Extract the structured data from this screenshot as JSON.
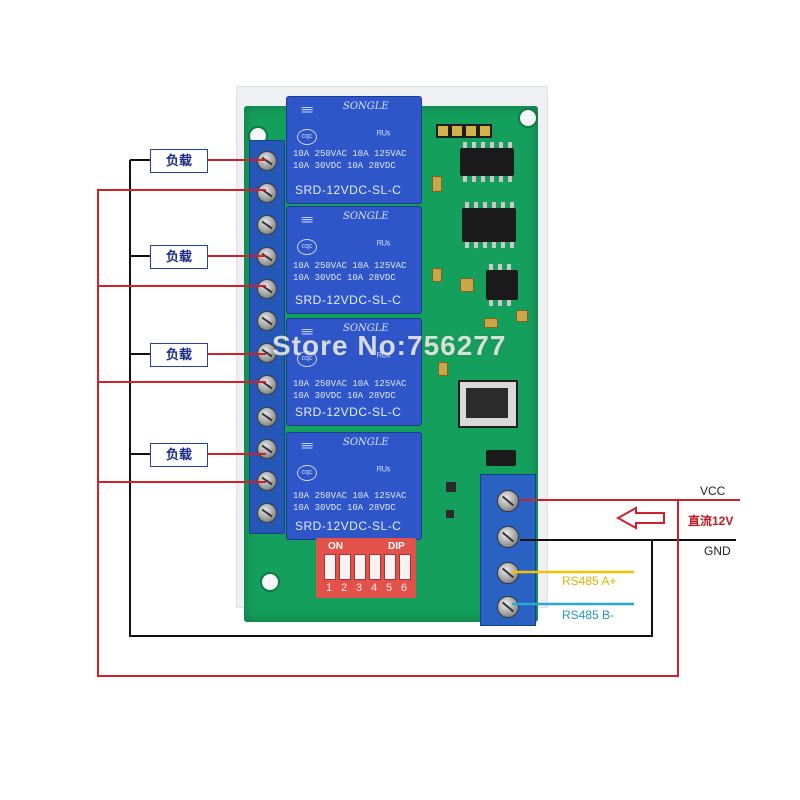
{
  "load_label": "负载",
  "relays": [
    {
      "brand": "SONGLE",
      "logo": "≡≡",
      "cert": "cqc",
      "ul": "ᴿᵁˢ",
      "spec_line1": "10A 250VAC  10A 125VAC",
      "spec_line2": "10A  30VDC  10A  28VDC",
      "model": "SRD-12VDC-SL-C"
    },
    {
      "brand": "SONGLE",
      "logo": "≡≡",
      "cert": "cqc",
      "ul": "ᴿᵁˢ",
      "spec_line1": "10A 250VAC  10A 125VAC",
      "spec_line2": "10A  30VDC  10A  28VDC",
      "model": "SRD-12VDC-SL-C"
    },
    {
      "brand": "SONGLE",
      "logo": "≡≡",
      "cert": "cqc",
      "ul": "ᴿᵁˢ",
      "spec_line1": "10A 250VAC  10A 125VAC",
      "spec_line2": "10A  30VDC  10A  28VDC",
      "model": "SRD-12VDC-SL-C"
    },
    {
      "brand": "SONGLE",
      "logo": "≡≡",
      "cert": "cqc",
      "ul": "ᴿᵁˢ",
      "spec_line1": "10A 250VAC  10A 125VAC",
      "spec_line2": "10A  30VDC  10A  28VDC",
      "model": "SRD-12VDC-SL-C"
    }
  ],
  "dip": {
    "on_label": "ON",
    "dip_label": "DIP",
    "numbers": [
      "1",
      "2",
      "3",
      "4",
      "5",
      "6"
    ]
  },
  "watermark": "Store No:756277",
  "power": {
    "vcc": "VCC",
    "dc12v": "直流12V",
    "gnd": "GND",
    "rs485a": "RS485 A+",
    "rs485b": "RS485 B-"
  },
  "colors": {
    "red_wire": "#d0202a",
    "black_wire": "#111111",
    "yellow_wire": "#f2c400",
    "cyan_wire": "#29a7d6",
    "arrow": "#d0202a"
  }
}
